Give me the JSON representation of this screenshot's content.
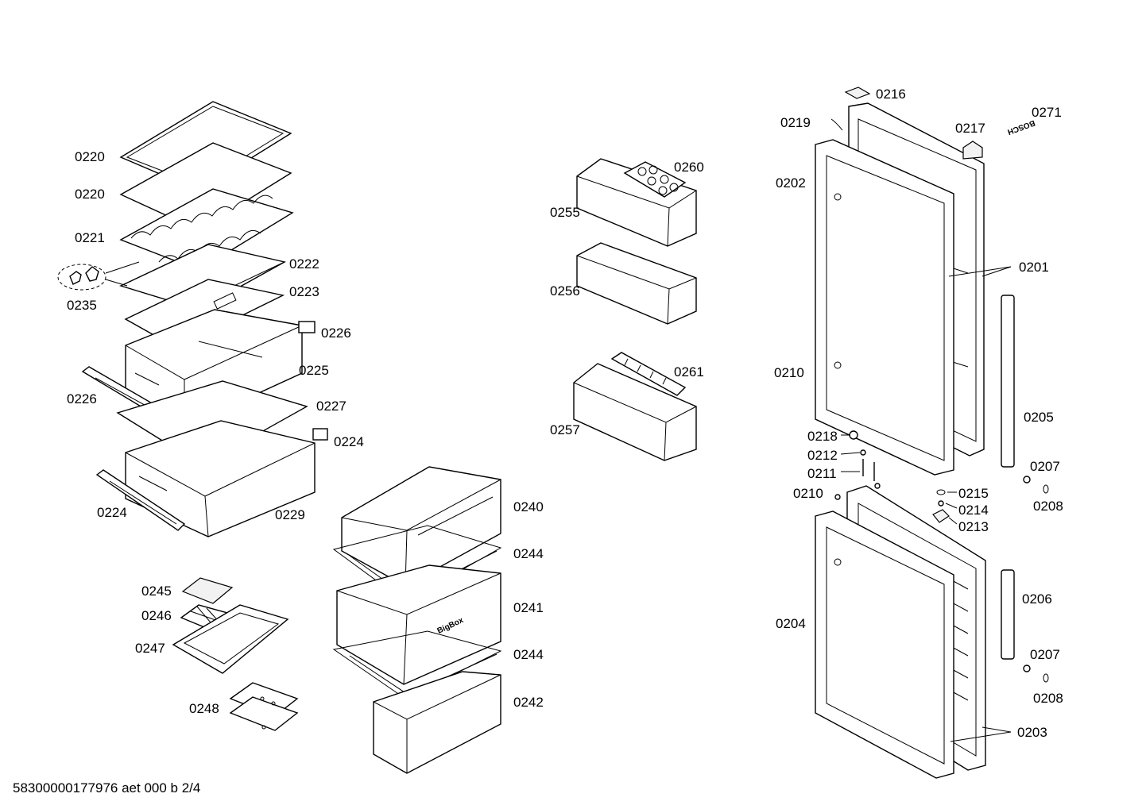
{
  "footer": "58300000177976 aet 000 b 2/4",
  "brand_logo": "BOSCH",
  "drawer_marking": "BigBox",
  "labels": {
    "l0220a": "0220",
    "l0220b": "0220",
    "l0221": "0221",
    "l0222": "0222",
    "l0223": "0223",
    "l0235": "0235",
    "l0226a": "0226",
    "l0225": "0225",
    "l0226b": "0226",
    "l0227": "0227",
    "l0224a": "0224",
    "l0224b": "0224",
    "l0229": "0229",
    "l0260": "0260",
    "l0255": "0255",
    "l0256": "0256",
    "l0261": "0261",
    "l0257": "0257",
    "l0240": "0240",
    "l0244a": "0244",
    "l0241": "0241",
    "l0244b": "0244",
    "l0242": "0242",
    "l0245": "0245",
    "l0246": "0246",
    "l0247": "0247",
    "l0248": "0248",
    "l0216": "0216",
    "l0219": "0219",
    "l0217": "0217",
    "l0271": "0271",
    "l0202": "0202",
    "l0201": "0201",
    "l0210a": "0210",
    "l0205": "0205",
    "l0218": "0218",
    "l0212": "0212",
    "l0211": "0211",
    "l0207a": "0207",
    "l0210b": "0210",
    "l0215": "0215",
    "l0208a": "0208",
    "l0214": "0214",
    "l0213": "0213",
    "l0206": "0206",
    "l0204": "0204",
    "l0207b": "0207",
    "l0208b": "0208",
    "l0203": "0203"
  }
}
